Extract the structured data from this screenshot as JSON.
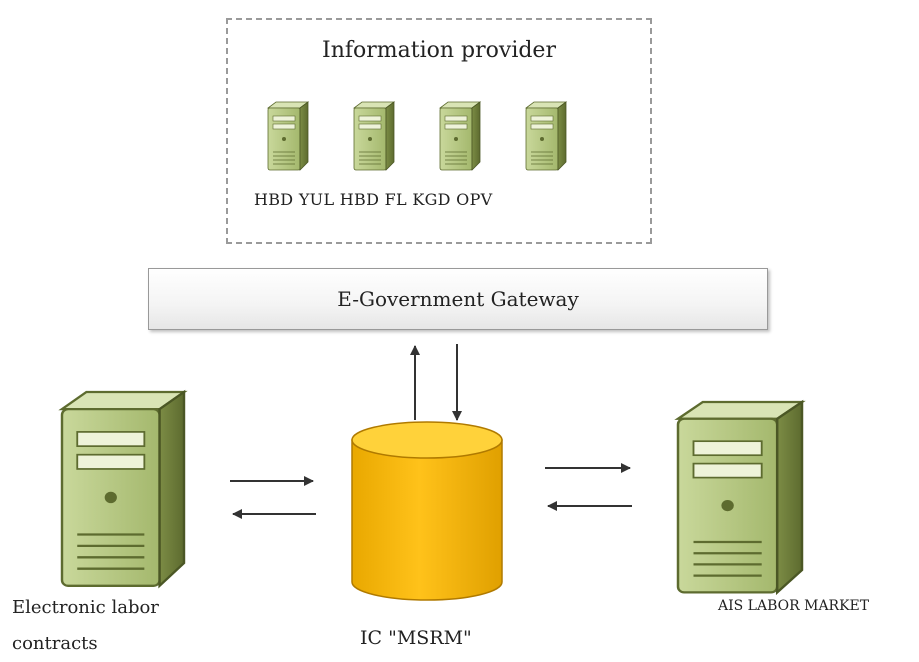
{
  "provider": {
    "title": "Information provider",
    "servers_label": "HBD YUL HBD FL KGD OPV"
  },
  "gateway": {
    "label": "E-Government Gateway"
  },
  "left_system": {
    "line1": "Electronic labor",
    "line2": "contracts"
  },
  "center_db": {
    "label": "IC \"MSRM\""
  },
  "right_system": {
    "label": "AIS LABOR MARKET"
  },
  "colors": {
    "server_body": "#b7c98a",
    "server_dark": "#6f7f3f",
    "db_fill": "#f6b800",
    "db_top": "#ffcc1a",
    "dashed_border": "#9a9a9a"
  }
}
